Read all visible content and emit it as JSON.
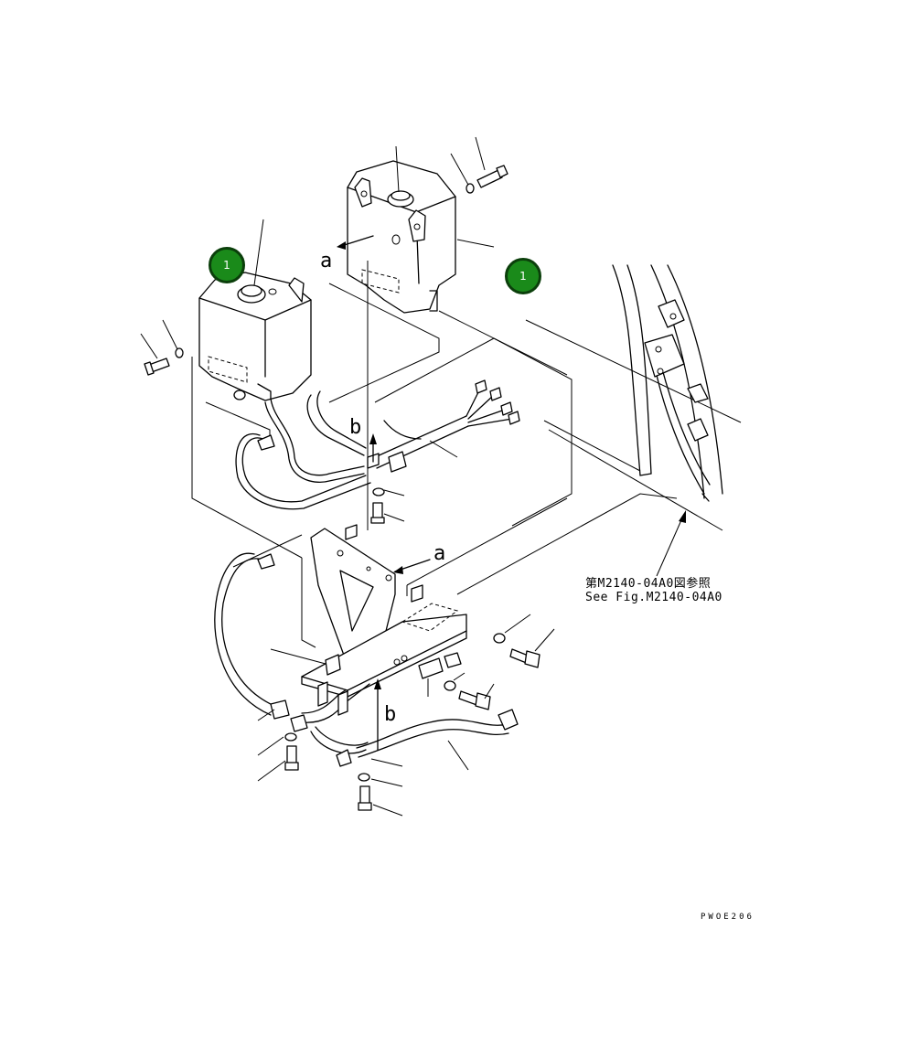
{
  "diagram": {
    "reference_jp": "第M2140-04A0図参照",
    "reference_en": "See Fig.M2140-04A0",
    "drawing_code": "PWOE206",
    "view_labels": {
      "a_upper": "a",
      "a_lower": "a",
      "b_upper": "b",
      "b_lower": "b"
    },
    "badges": [
      {
        "label": "1",
        "color": "#1a8a1a"
      },
      {
        "label": "1",
        "color": "#1a8a1a"
      }
    ]
  }
}
